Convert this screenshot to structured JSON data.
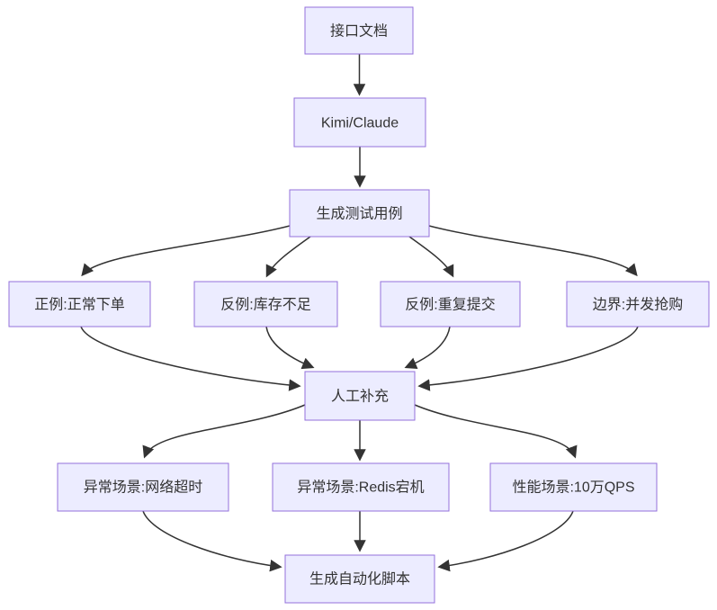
{
  "diagram": {
    "type": "flowchart",
    "direction": "top-down",
    "colors": {
      "background": "#ffffff",
      "node_fill": "#ECECFF",
      "node_border": "#9370DB",
      "edge": "#333333",
      "text": "#333333"
    },
    "nodes": [
      {
        "id": "api-doc",
        "label": "接口文档"
      },
      {
        "id": "kimi-claude",
        "label": "Kimi/Claude"
      },
      {
        "id": "generate-test-cases",
        "label": "生成测试用例"
      },
      {
        "id": "positive-normal-order",
        "label": "正例:正常下单"
      },
      {
        "id": "negative-out-of-stock",
        "label": "反例:库存不足"
      },
      {
        "id": "negative-duplicate-submit",
        "label": "反例:重复提交"
      },
      {
        "id": "boundary-concurrent-purchase",
        "label": "边界:并发抢购"
      },
      {
        "id": "manual-supplement",
        "label": "人工补充"
      },
      {
        "id": "exception-network-timeout",
        "label": "异常场景:网络超时"
      },
      {
        "id": "exception-redis-down",
        "label": "异常场景:Redis宕机"
      },
      {
        "id": "performance-100k-qps",
        "label": "性能场景:10万QPS"
      },
      {
        "id": "generate-automation-script",
        "label": "生成自动化脚本"
      }
    ],
    "edges": [
      {
        "from": "接口文档",
        "to": "Kimi/Claude"
      },
      {
        "from": "Kimi/Claude",
        "to": "生成测试用例"
      },
      {
        "from": "生成测试用例",
        "to": "正例:正常下单"
      },
      {
        "from": "生成测试用例",
        "to": "反例:库存不足"
      },
      {
        "from": "生成测试用例",
        "to": "反例:重复提交"
      },
      {
        "from": "生成测试用例",
        "to": "边界:并发抢购"
      },
      {
        "from": "正例:正常下单",
        "to": "人工补充"
      },
      {
        "from": "反例:库存不足",
        "to": "人工补充"
      },
      {
        "from": "反例:重复提交",
        "to": "人工补充"
      },
      {
        "from": "边界:并发抢购",
        "to": "人工补充"
      },
      {
        "from": "人工补充",
        "to": "异常场景:网络超时"
      },
      {
        "from": "人工补充",
        "to": "异常场景:Redis宕机"
      },
      {
        "from": "人工补充",
        "to": "性能场景:10万QPS"
      },
      {
        "from": "异常场景:网络超时",
        "to": "生成自动化脚本"
      },
      {
        "from": "异常场景:Redis宕机",
        "to": "生成自动化脚本"
      },
      {
        "from": "性能场景:10万QPS",
        "to": "生成自动化脚本"
      }
    ]
  }
}
